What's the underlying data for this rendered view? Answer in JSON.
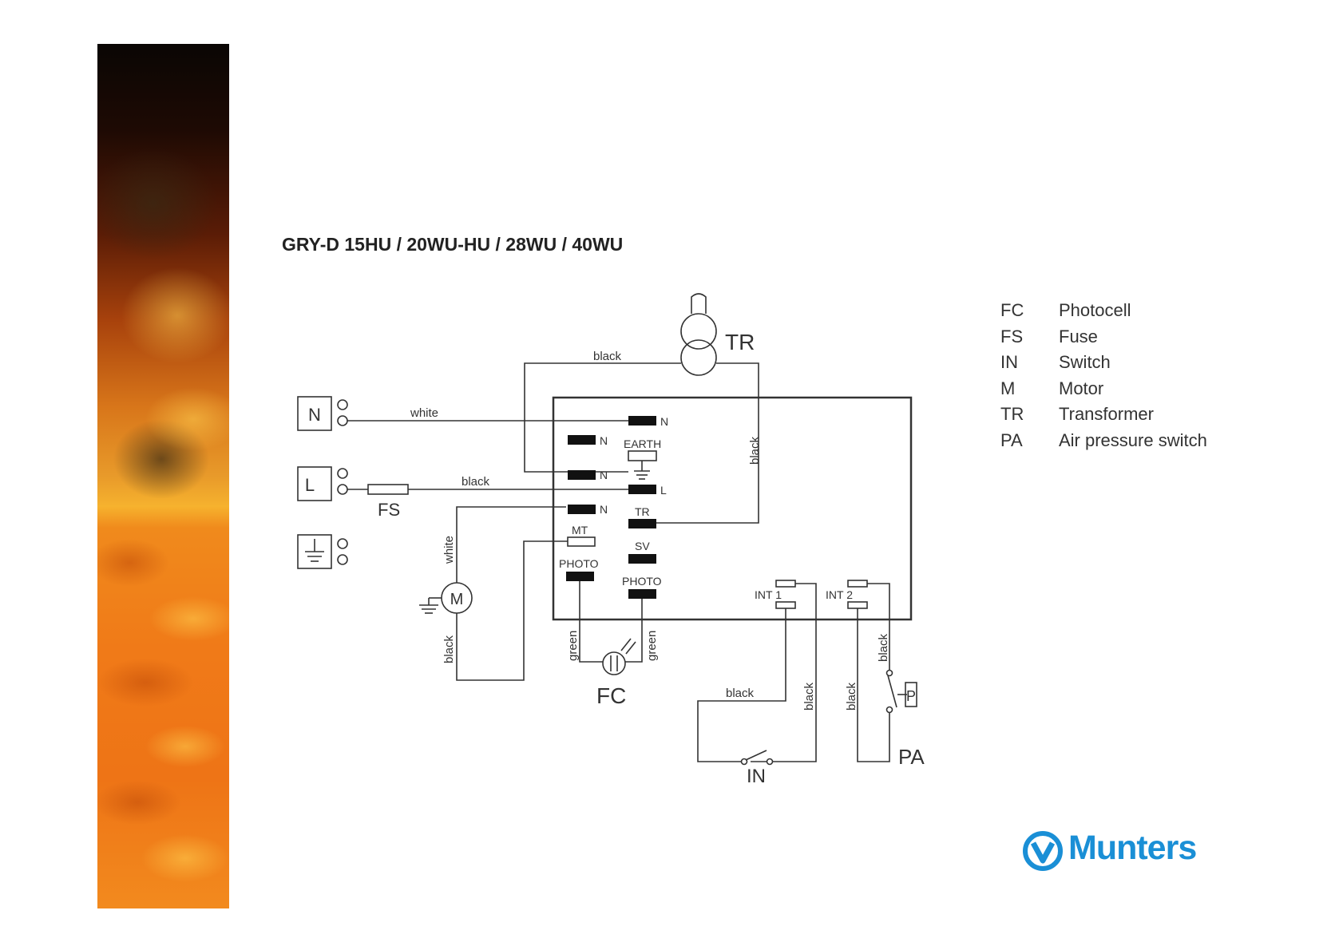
{
  "title": "GRY-D 15HU / 20WU-HU / 28WU / 40WU",
  "legend": [
    {
      "code": "FC",
      "description": "Photocell"
    },
    {
      "code": "FS",
      "description": "Fuse"
    },
    {
      "code": "IN",
      "description": "Switch"
    },
    {
      "code": "M",
      "description": "Motor"
    },
    {
      "code": "TR",
      "description": "Transformer"
    },
    {
      "code": "PA",
      "description": "Air pressure switch"
    }
  ],
  "diagram": {
    "components": {
      "transformer": "TR",
      "fuse": "FS",
      "photocell": "FC",
      "motor": "M",
      "switch": "IN",
      "pressure_switch": "PA",
      "pressure_switch_symbol": "P"
    },
    "supply_terminals": {
      "neutral": "N",
      "line": "L"
    },
    "board_terminals": {
      "n1": "N",
      "n2": "N",
      "n3": "N",
      "n4": "N",
      "earth": "EARTH",
      "l": "L",
      "tr": "TR",
      "mt": "MT",
      "sv": "SV",
      "photo1": "PHOTO",
      "photo2": "PHOTO",
      "int1": "INT 1",
      "int2": "INT 2"
    },
    "wire_colors": {
      "tr_top": "black",
      "neutral_supply": "white",
      "line_supply": "black",
      "tr_return": "black",
      "motor_white": "white",
      "motor_black": "black",
      "photo_left": "green",
      "photo_right": "green",
      "switch_top": "black",
      "int1_down": "black",
      "int2_left": "black",
      "int2_right": "black"
    }
  },
  "logo": {
    "text": "Munters",
    "color": "#1a8fd6"
  }
}
